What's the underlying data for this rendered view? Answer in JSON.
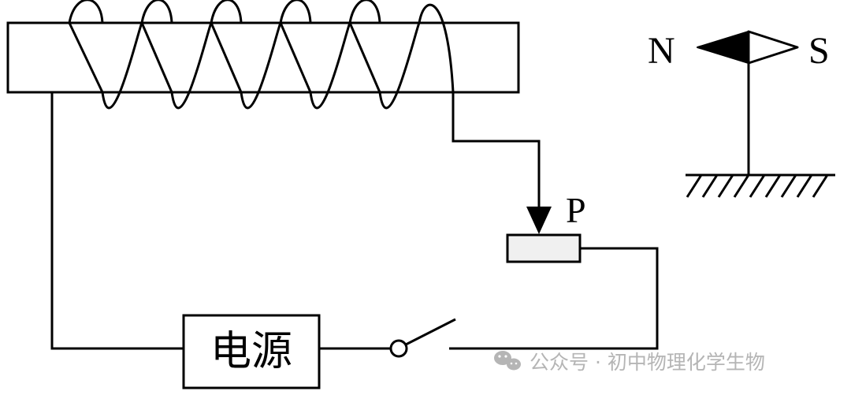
{
  "compass": {
    "north_label": "N",
    "south_label": "S"
  },
  "slider": {
    "label": "P"
  },
  "power_supply": {
    "label": "电源"
  },
  "watermark": {
    "text": "公众号 · 初中物理化学生物"
  },
  "colors": {
    "line": "#000000",
    "background": "#ffffff",
    "rheostat_fill": "#f0f0f0",
    "watermark": "#b5b5b5"
  },
  "icons": {
    "watermark_logo": "wechat-icon"
  }
}
